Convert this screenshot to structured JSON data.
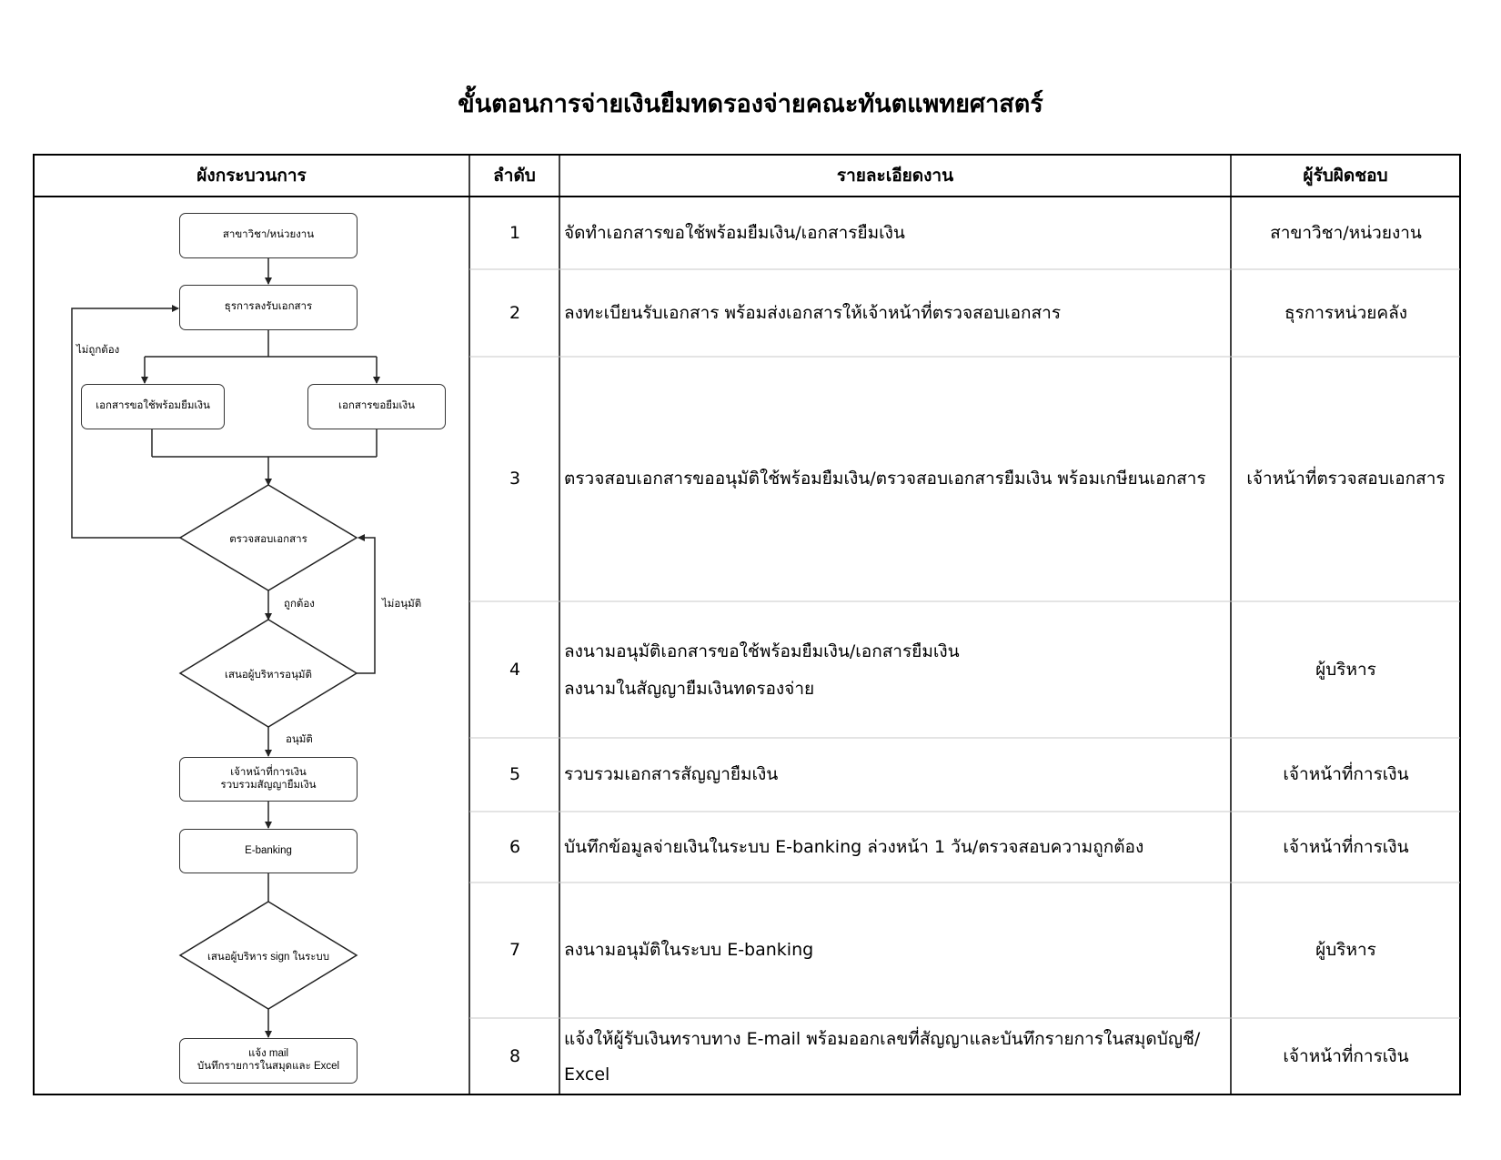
{
  "title": "ขั้นตอนการจ่ายเงินยืมทดรองจ่ายคณะทันตแพทยศาสตร์",
  "headers": {
    "process": "ผังกระบวนการ",
    "order": "ลำดับ",
    "detail": "รายละเอียดงาน",
    "responsible": "ผู้รับผิดชอบ"
  },
  "rows": [
    {
      "num": "1",
      "detail": [
        "จัดทำเอกสารขอใช้พร้อมยืมเงิน/เอกสารยืมเงิน"
      ],
      "responsible": "สาขาวิชา/หน่วยงาน"
    },
    {
      "num": "2",
      "detail": [
        "ลงทะเบียนรับเอกสาร พร้อมส่งเอกสารให้เจ้าหน้าที่ตรวจสอบเอกสาร"
      ],
      "responsible": "ธุรการหน่วยคลัง"
    },
    {
      "num": "3",
      "detail": [
        "ตรวจสอบเอกสารขออนุมัติใช้พร้อมยืมเงิน/ตรวจสอบเอกสารยืมเงิน พร้อมเกษียนเอกสาร"
      ],
      "responsible": "เจ้าหน้าที่ตรวจสอบเอกสาร"
    },
    {
      "num": "4",
      "detail": [
        "ลงนามอนุมัติเอกสารขอใช้พร้อมยืมเงิน/เอกสารยืมเงิน",
        "ลงนามในสัญญายืมเงินทดรองจ่าย"
      ],
      "responsible": "ผู้บริหาร"
    },
    {
      "num": "5",
      "detail": [
        "รวบรวมเอกสารสัญญายืมเงิน"
      ],
      "responsible": "เจ้าหน้าที่การเงิน"
    },
    {
      "num": "6",
      "detail": [
        "บันทึกข้อมูลจ่ายเงินในระบบ E-banking ล่วงหน้า 1 วัน/ตรวจสอบความถูกต้อง"
      ],
      "responsible": "เจ้าหน้าที่การเงิน"
    },
    {
      "num": "7",
      "detail": [
        "ลงนามอนุมัติในระบบ E-banking"
      ],
      "responsible": "ผู้บริหาร"
    },
    {
      "num": "8",
      "detail": [
        "แจ้งให้ผู้รับเงินทราบทาง E-mail พร้อมออกเลขที่สัญญาและบันทึกรายการในสมุดบัญชี/",
        "Excel"
      ],
      "responsible": "เจ้าหน้าที่การเงิน"
    }
  ],
  "flowchart": {
    "start": "สาขาวิชา/หน่วยงาน",
    "receive": "ธุรการลงรับเอกสาร",
    "doc_use_borrow": "เอกสารขอใช้พร้อมยืมเงิน",
    "doc_borrow": "เอกสารขอยืมเงิน",
    "check": "ตรวจสอบเอกสาร",
    "approve": "เสนอผู้บริหารอนุมัติ",
    "collect_line1": "เจ้าหน้าที่การเงิน",
    "collect_line2": "รวบรวมสัญญายืมเงิน",
    "ebanking": "E-banking",
    "sign": "เสนอผู้บริหาร sign ในระบบ",
    "notify_line1": "แจ้ง mail",
    "notify_line2": "บันทึกรายการในสมุดและ Excel",
    "label_incorrect": "ไม่ถูกต้อง",
    "label_correct": "ถูกต้อง",
    "label_not_approved": "ไม่อนุมัติ",
    "label_approved": "อนุมัติ"
  }
}
